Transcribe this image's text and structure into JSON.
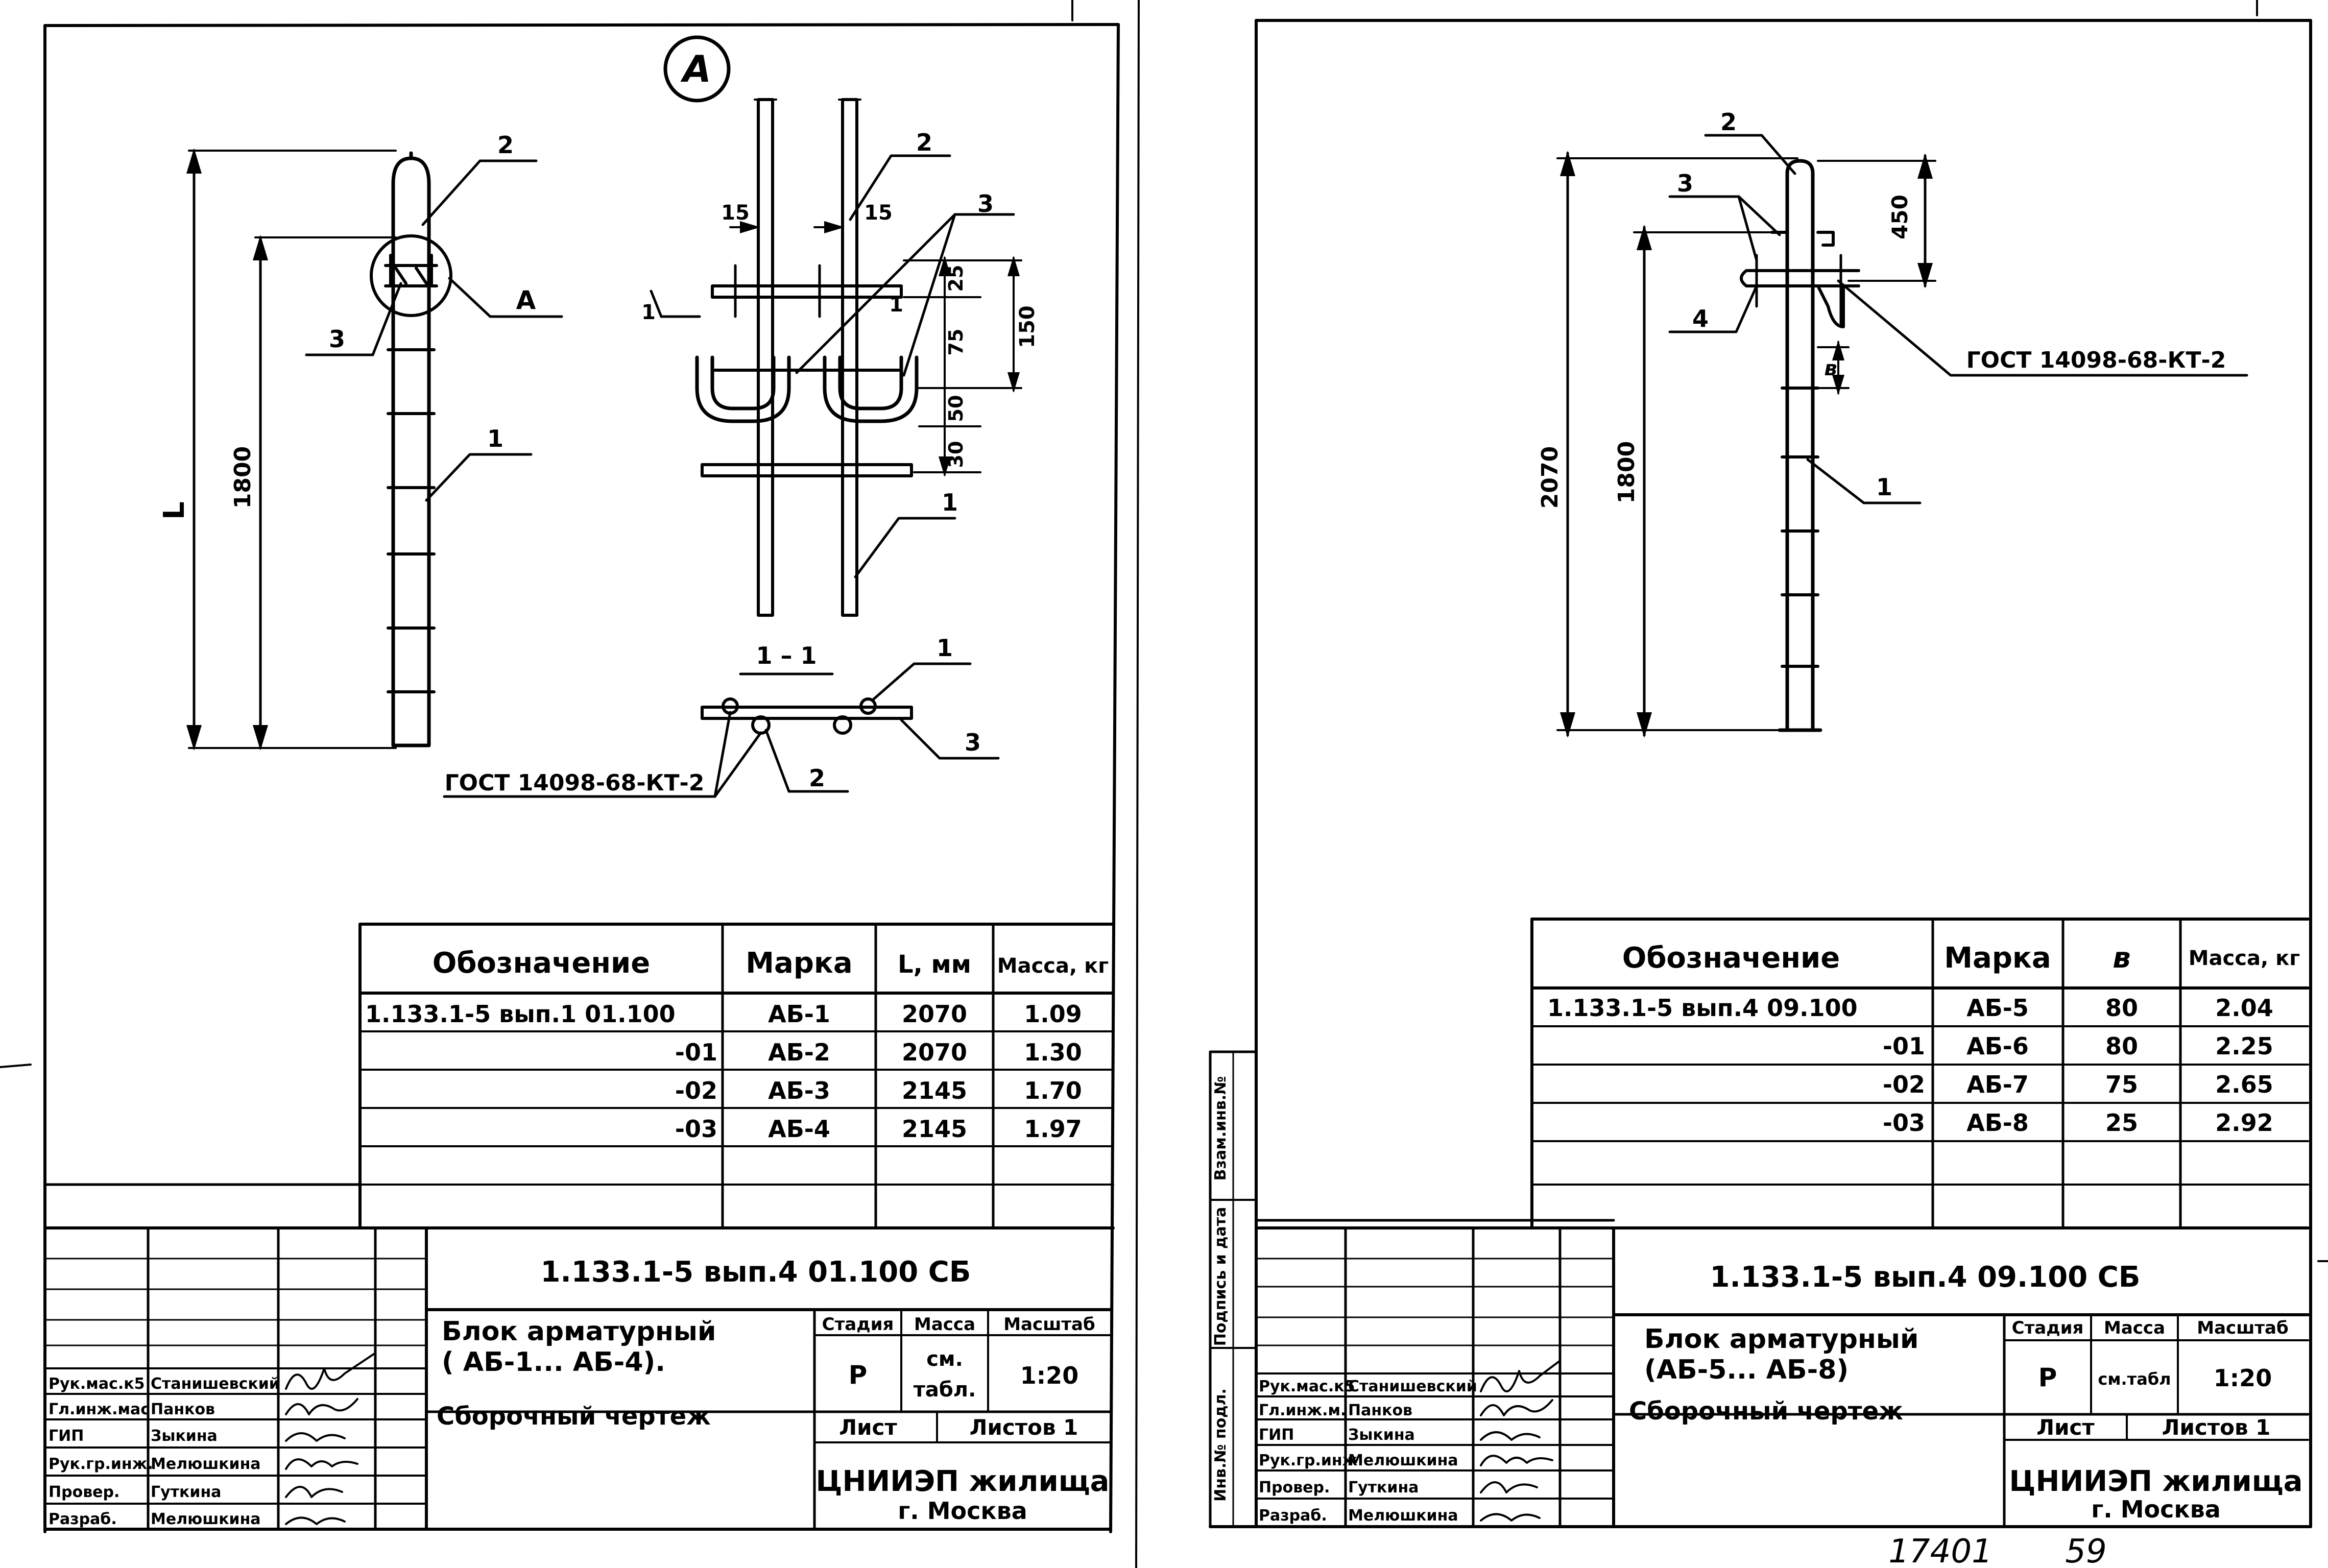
{
  "left": {
    "detail_marker": "A",
    "leader_labels": {
      "p1": "1",
      "p2": "2",
      "p3": "3",
      "detailA": "A"
    },
    "dims": {
      "L": "L",
      "h1800": "1800"
    },
    "detail": {
      "p2": "2",
      "p3": "3",
      "p1": "1",
      "d15a": "15",
      "d15b": "15",
      "d25": "25",
      "d75": "75",
      "d50": "50",
      "d30": "30",
      "d150": "150",
      "sec_mark": "1"
    },
    "section": {
      "title": "1 – 1",
      "p1": "1",
      "p3": "3",
      "p2": "2",
      "gost": "ГОСТ 14098-68-КТ-2"
    },
    "spec": {
      "headers": [
        "Обозначение",
        "Марка",
        "L, мм",
        "Масса, кг"
      ],
      "rows": [
        [
          "1.133.1-5 вып.1 01.100",
          "АБ-1",
          "2070",
          "1.09"
        ],
        [
          "-01",
          "АБ-2",
          "2070",
          "1.30"
        ],
        [
          "-02",
          "АБ-3",
          "2145",
          "1.70"
        ],
        [
          "-03",
          "АБ-4",
          "2145",
          "1.97"
        ]
      ]
    },
    "title_block": {
      "code": "1.133.1-5 вып.4 01.100 СБ",
      "name_line1": "Блок арматурный",
      "name_line2": "( АБ-1... АБ-4).",
      "name_line3": "Сборочный чертеж",
      "stage_header": "Стадия",
      "mass_header": "Масса",
      "scale_header": "Масштаб",
      "stage": "Р",
      "mass_line1": "см.",
      "mass_line2": "табл.",
      "scale": "1:20",
      "sheet": "Лист",
      "sheets": "Листов 1",
      "org": "ЦНИИЭП жилища",
      "city": "г. Москва",
      "roles": [
        "Рук.мас.к5",
        "Гл.инж.мас",
        "ГИП",
        "Рук.гр.инж.",
        "Провер.",
        "Разраб."
      ],
      "people": [
        "Станишевский",
        "Панков",
        "Зыкина",
        "Мелюшкина",
        "Гуткина",
        "Мелюшкина"
      ]
    }
  },
  "right": {
    "leader_labels": {
      "p2": "2",
      "p3": "3",
      "p4": "4",
      "p1": "1",
      "gost": "ГОСТ 14098-68-КТ-2"
    },
    "dims": {
      "h2070": "2070",
      "h1800": "1800",
      "h450": "450",
      "b": "в"
    },
    "spec": {
      "headers": [
        "Обозначение",
        "Марка",
        "в",
        "Масса, кг"
      ],
      "rows": [
        [
          "1.133.1-5 вып.4 09.100",
          "АБ-5",
          "80",
          "2.04"
        ],
        [
          "-01",
          "АБ-6",
          "80",
          "2.25"
        ],
        [
          "-02",
          "АБ-7",
          "75",
          "2.65"
        ],
        [
          "-03",
          "АБ-8",
          "25",
          "2.92"
        ]
      ]
    },
    "title_block": {
      "code": "1.133.1-5 вып.4 09.100 СБ",
      "name_line1": "Блок арматурный",
      "name_line2": "(АБ-5... АБ-8)",
      "name_line3": "Сборочный чертеж",
      "stage_header": "Стадия",
      "mass_header": "Масса",
      "scale_header": "Масштаб",
      "stage": "Р",
      "mass": "см.табл",
      "scale": "1:20",
      "sheet": "Лист",
      "sheets": "Листов 1",
      "org": "ЦНИИЭП жилища",
      "city": "г. Москва",
      "roles": [
        "Рук.мас.к5",
        "Гл.инж.м.",
        "ГИП",
        "Рук.гр.инж",
        "Провер.",
        "Разраб."
      ],
      "people": [
        "Станишевский",
        "Панков",
        "Зыкина",
        "Мелюшкина",
        "Гуткина",
        "Мелюшкина"
      ]
    },
    "side_stamp": [
      "Инв.№ подл.",
      "Подпись и дата",
      "Взам.инв.№"
    ]
  },
  "footer": {
    "number": "17401",
    "page": "59"
  }
}
